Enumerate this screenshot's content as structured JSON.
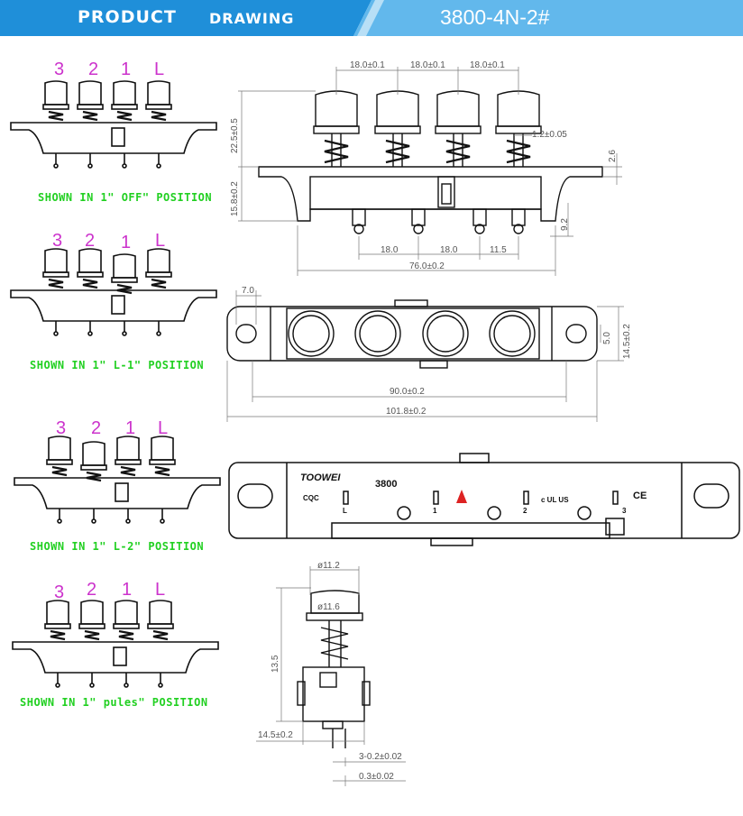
{
  "header": {
    "product": "PRODUCT",
    "drawing": "DRAWING",
    "model": "3800-4N-2#",
    "color_dark": "#1f8fd9",
    "color_light": "#62b8ec"
  },
  "positions": {
    "button_labels": [
      "3",
      "2",
      "1",
      "L"
    ],
    "captions": [
      "SHOWN IN 1\" OFF\" POSITION",
      "SHOWN IN 1\" L-1\" POSITION",
      "SHOWN IN 1\" L-2\" POSITION",
      "SHOWN IN 1\" pules\" POSITION"
    ],
    "label_color": "#cc33cc",
    "caption_color": "#22d022"
  },
  "front_view": {
    "pitch": [
      "18.0±0.1",
      "18.0±0.1",
      "18.0±0.1"
    ],
    "height_top": "22.5±0.5",
    "height_bottom": "15.8±0.2",
    "shaft": "1.2±0.05",
    "plate": "2.6",
    "pin": "9.2",
    "pin_spacing": [
      "18.0",
      "18.0",
      "11.5"
    ],
    "total": "76.0±0.2"
  },
  "top_view": {
    "hole": "7.0",
    "slot": "5.0",
    "width": "14.5±0.2",
    "inner": "90.0±0.2",
    "overall": "101.8±0.2"
  },
  "pcb_view": {
    "brand": "TOOWEI",
    "model": "3800",
    "pin_labels": [
      "L",
      "1",
      "2",
      "3"
    ],
    "marks": [
      "CQC",
      "c UL US",
      "CE"
    ]
  },
  "side_view": {
    "cap_top": "ø11.2",
    "cap_bottom": "ø11.6",
    "height": "13.5",
    "body": "14.5±0.2",
    "pin_pitch": "3-0.2±0.02",
    "pin_thick": "0.3±0.02"
  }
}
